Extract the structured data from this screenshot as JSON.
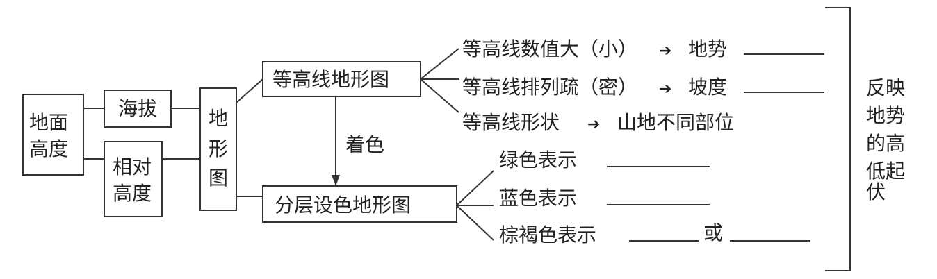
{
  "nodes": {
    "ground_height": [
      "地面",
      "高度"
    ],
    "altitude": "海拔",
    "relative_height": [
      "相对",
      "高度"
    ],
    "topo_map": [
      "地",
      "形",
      "图"
    ],
    "contour_map": "等高线地形图",
    "layered_color_map": "分层设色地形图",
    "coloring_label": "着色"
  },
  "contour_branches": [
    {
      "text": "等高线数值大（小）",
      "arrow": "➔",
      "result": "地势"
    },
    {
      "text": "等高线排列疏（密）",
      "arrow": "➔",
      "result": "坡度"
    },
    {
      "text": "等高线形状",
      "arrow": "➔",
      "result": "山地不同部位"
    }
  ],
  "color_branches": [
    {
      "text": "绿色表示"
    },
    {
      "text": "蓝色表示"
    },
    {
      "text": "棕褐色表示",
      "or": "或"
    }
  ],
  "summary": [
    "反映",
    "地势",
    "的高",
    "低起",
    "伏"
  ]
}
